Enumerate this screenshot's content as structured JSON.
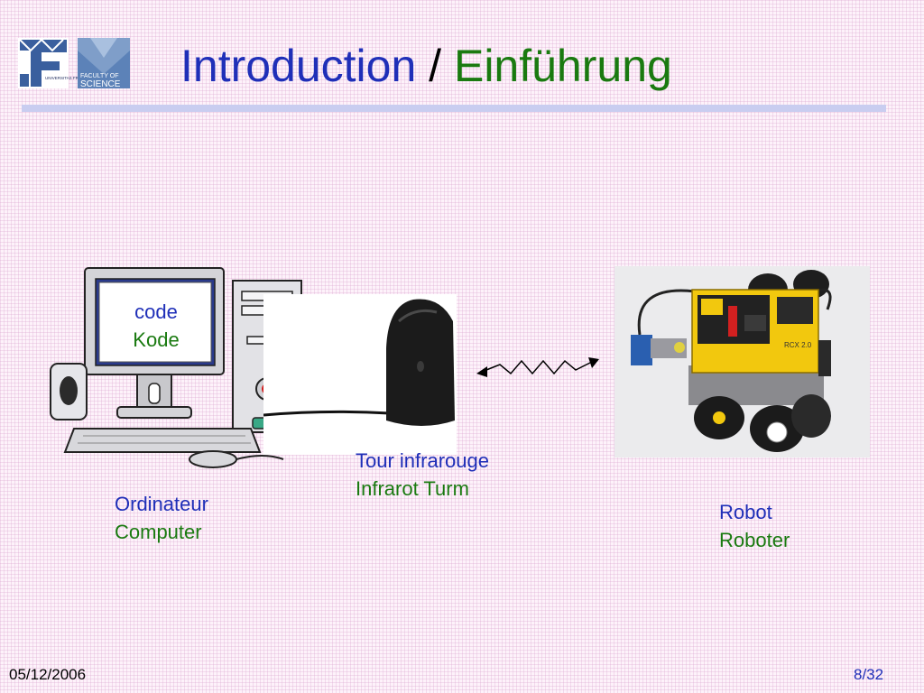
{
  "logos": {
    "university_text": "UNIVERSITAS FRIBURGENSIS",
    "faculty_line1": "FACULTY OF",
    "faculty_line2": "SCIENCE"
  },
  "title": {
    "part1": "Introduction",
    "separator": " / ",
    "part2": "Einführung"
  },
  "screen": {
    "line1": "code",
    "line2": "Kode"
  },
  "computer_label": {
    "line1": "Ordinateur",
    "line2": "Computer"
  },
  "tower_label": {
    "line1": "Tour infrarouge",
    "line2": "Infrarot Turm"
  },
  "robot_label": {
    "line1": "Robot",
    "line2": "Roboter"
  },
  "robot_brick_text": "RCX 2.0",
  "footer": {
    "date": "05/12/2006",
    "page": "8/32"
  },
  "colors": {
    "blue_text": "#1f2fb8",
    "green_text": "#1a7a10",
    "rule": "#c9cdf0",
    "background": "#fdf2fa"
  },
  "icons": [
    "university-logo-icon",
    "faculty-logo-icon",
    "computer-clipart-icon",
    "infrared-tower-icon",
    "signal-arrow-icon",
    "lego-robot-icon"
  ]
}
